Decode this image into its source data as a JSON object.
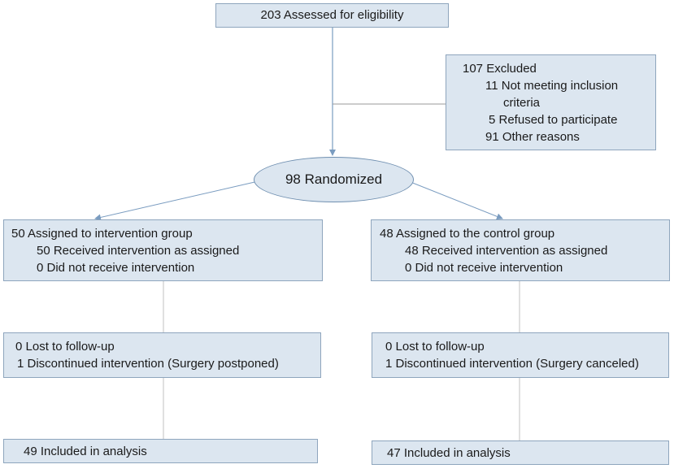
{
  "assessed": {
    "text": "203 Assessed for eligibility"
  },
  "excluded": {
    "title": "107 Excluded",
    "reasons": [
      "11 Not meeting inclusion",
      "criteria",
      "5   Refused to participate",
      "91 Other reasons"
    ]
  },
  "randomized": {
    "text": "98 Randomized"
  },
  "intervention_group": {
    "allocation": {
      "title": "50 Assigned to intervention group",
      "received": "50 Received intervention as assigned",
      "not_received": "0   Did not receive intervention"
    },
    "followup": {
      "lost": "0 Lost to follow-up",
      "discontinued": "1 Discontinued intervention (Surgery postponed)"
    },
    "analysis": {
      "text": "49  Included in analysis"
    }
  },
  "control_group": {
    "allocation": {
      "title": "48 Assigned to the control group",
      "received": "48 Received intervention as assigned",
      "not_received": "0   Did not receive intervention"
    },
    "followup": {
      "lost": "0 Lost to follow-up",
      "discontinued": "1 Discontinued intervention (Surgery canceled)"
    },
    "analysis": {
      "text": "47 Included in analysis"
    }
  },
  "colors": {
    "box_fill": "#dce6f0",
    "box_border": "#8ea5bd",
    "arrow": "#7a9cc0",
    "connector": "#b8b8b8"
  }
}
